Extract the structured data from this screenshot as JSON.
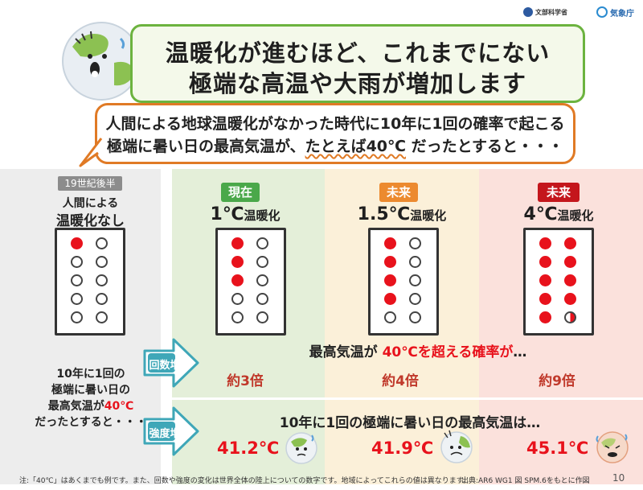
{
  "header": {
    "title_line1": "温暖化が進むほど、これまでにない",
    "title_line2": "極端な高温や大雨が増加します",
    "logo1": "文部科学省",
    "logo2": "気象庁"
  },
  "callout": {
    "line1": "人間による地球温暖化がなかった時代に10年に1回の確率で起こる",
    "line2_pre": "極端に暑い日の最高気温が、",
    "line2_ul": "たとえば40℃",
    "line2_post": " だったとすると・・・"
  },
  "baseline": {
    "tag": "19世紀後半",
    "label1": "人間による",
    "label2": "温暖化なし",
    "filled": 1
  },
  "columns": [
    {
      "tag": "現在",
      "temp": "1℃",
      "suffix": "温暖化",
      "filled": 3,
      "multiplier": "約3倍",
      "max_temp": "41.2℃",
      "color": "#4aa84a"
    },
    {
      "tag": "未来",
      "temp": "1.5℃",
      "suffix": "温暖化",
      "filled": 4,
      "multiplier": "約4倍",
      "max_temp": "41.9℃",
      "color": "#ec8a2f"
    },
    {
      "tag": "未来",
      "temp": "4℃",
      "suffix": "温暖化",
      "filled": 9.5,
      "multiplier": "約9倍",
      "max_temp": "45.1℃",
      "color": "#c4161c"
    }
  ],
  "left_text": {
    "l1": "10年に1回の",
    "l2": "極端に暑い日の",
    "l3_pre": "最高気温が",
    "l3_red": "40℃",
    "l4": "だったとすると・・・"
  },
  "arrows": {
    "frequency": "回数増",
    "intensity": "強度増"
  },
  "rows": {
    "prob_pre": "最高気温が ",
    "prob_red": "40℃を超える確率が",
    "prob_post": "…",
    "max_line": "10年に1回の極端に暑い日の最高気温は…"
  },
  "footer": {
    "note": "注:「40℃」はあくまでも例です。また、回数や強度の変化は世界全体の陸上についての数字です。地域によってこれらの値は異なります。",
    "source": "出典:AR6 WG1 図 SPM.6をもとに作図",
    "page": "10"
  },
  "colors": {
    "green": "#6cb33f",
    "orange": "#e07a25",
    "red": "#e8121c",
    "arrow": "#3fa7b8"
  }
}
